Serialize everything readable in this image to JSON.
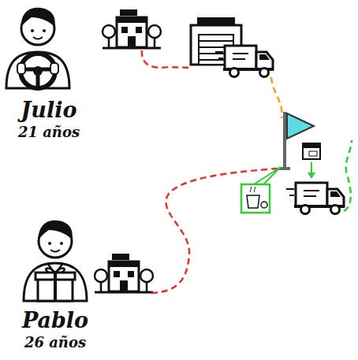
{
  "diagram": {
    "nodes": [
      {
        "text": [
          "Julio",
          "21 años"
        ]
      },
      {
        "text": [
          "Pablo",
          "26 años"
        ]
      }
    ]
  }
}
